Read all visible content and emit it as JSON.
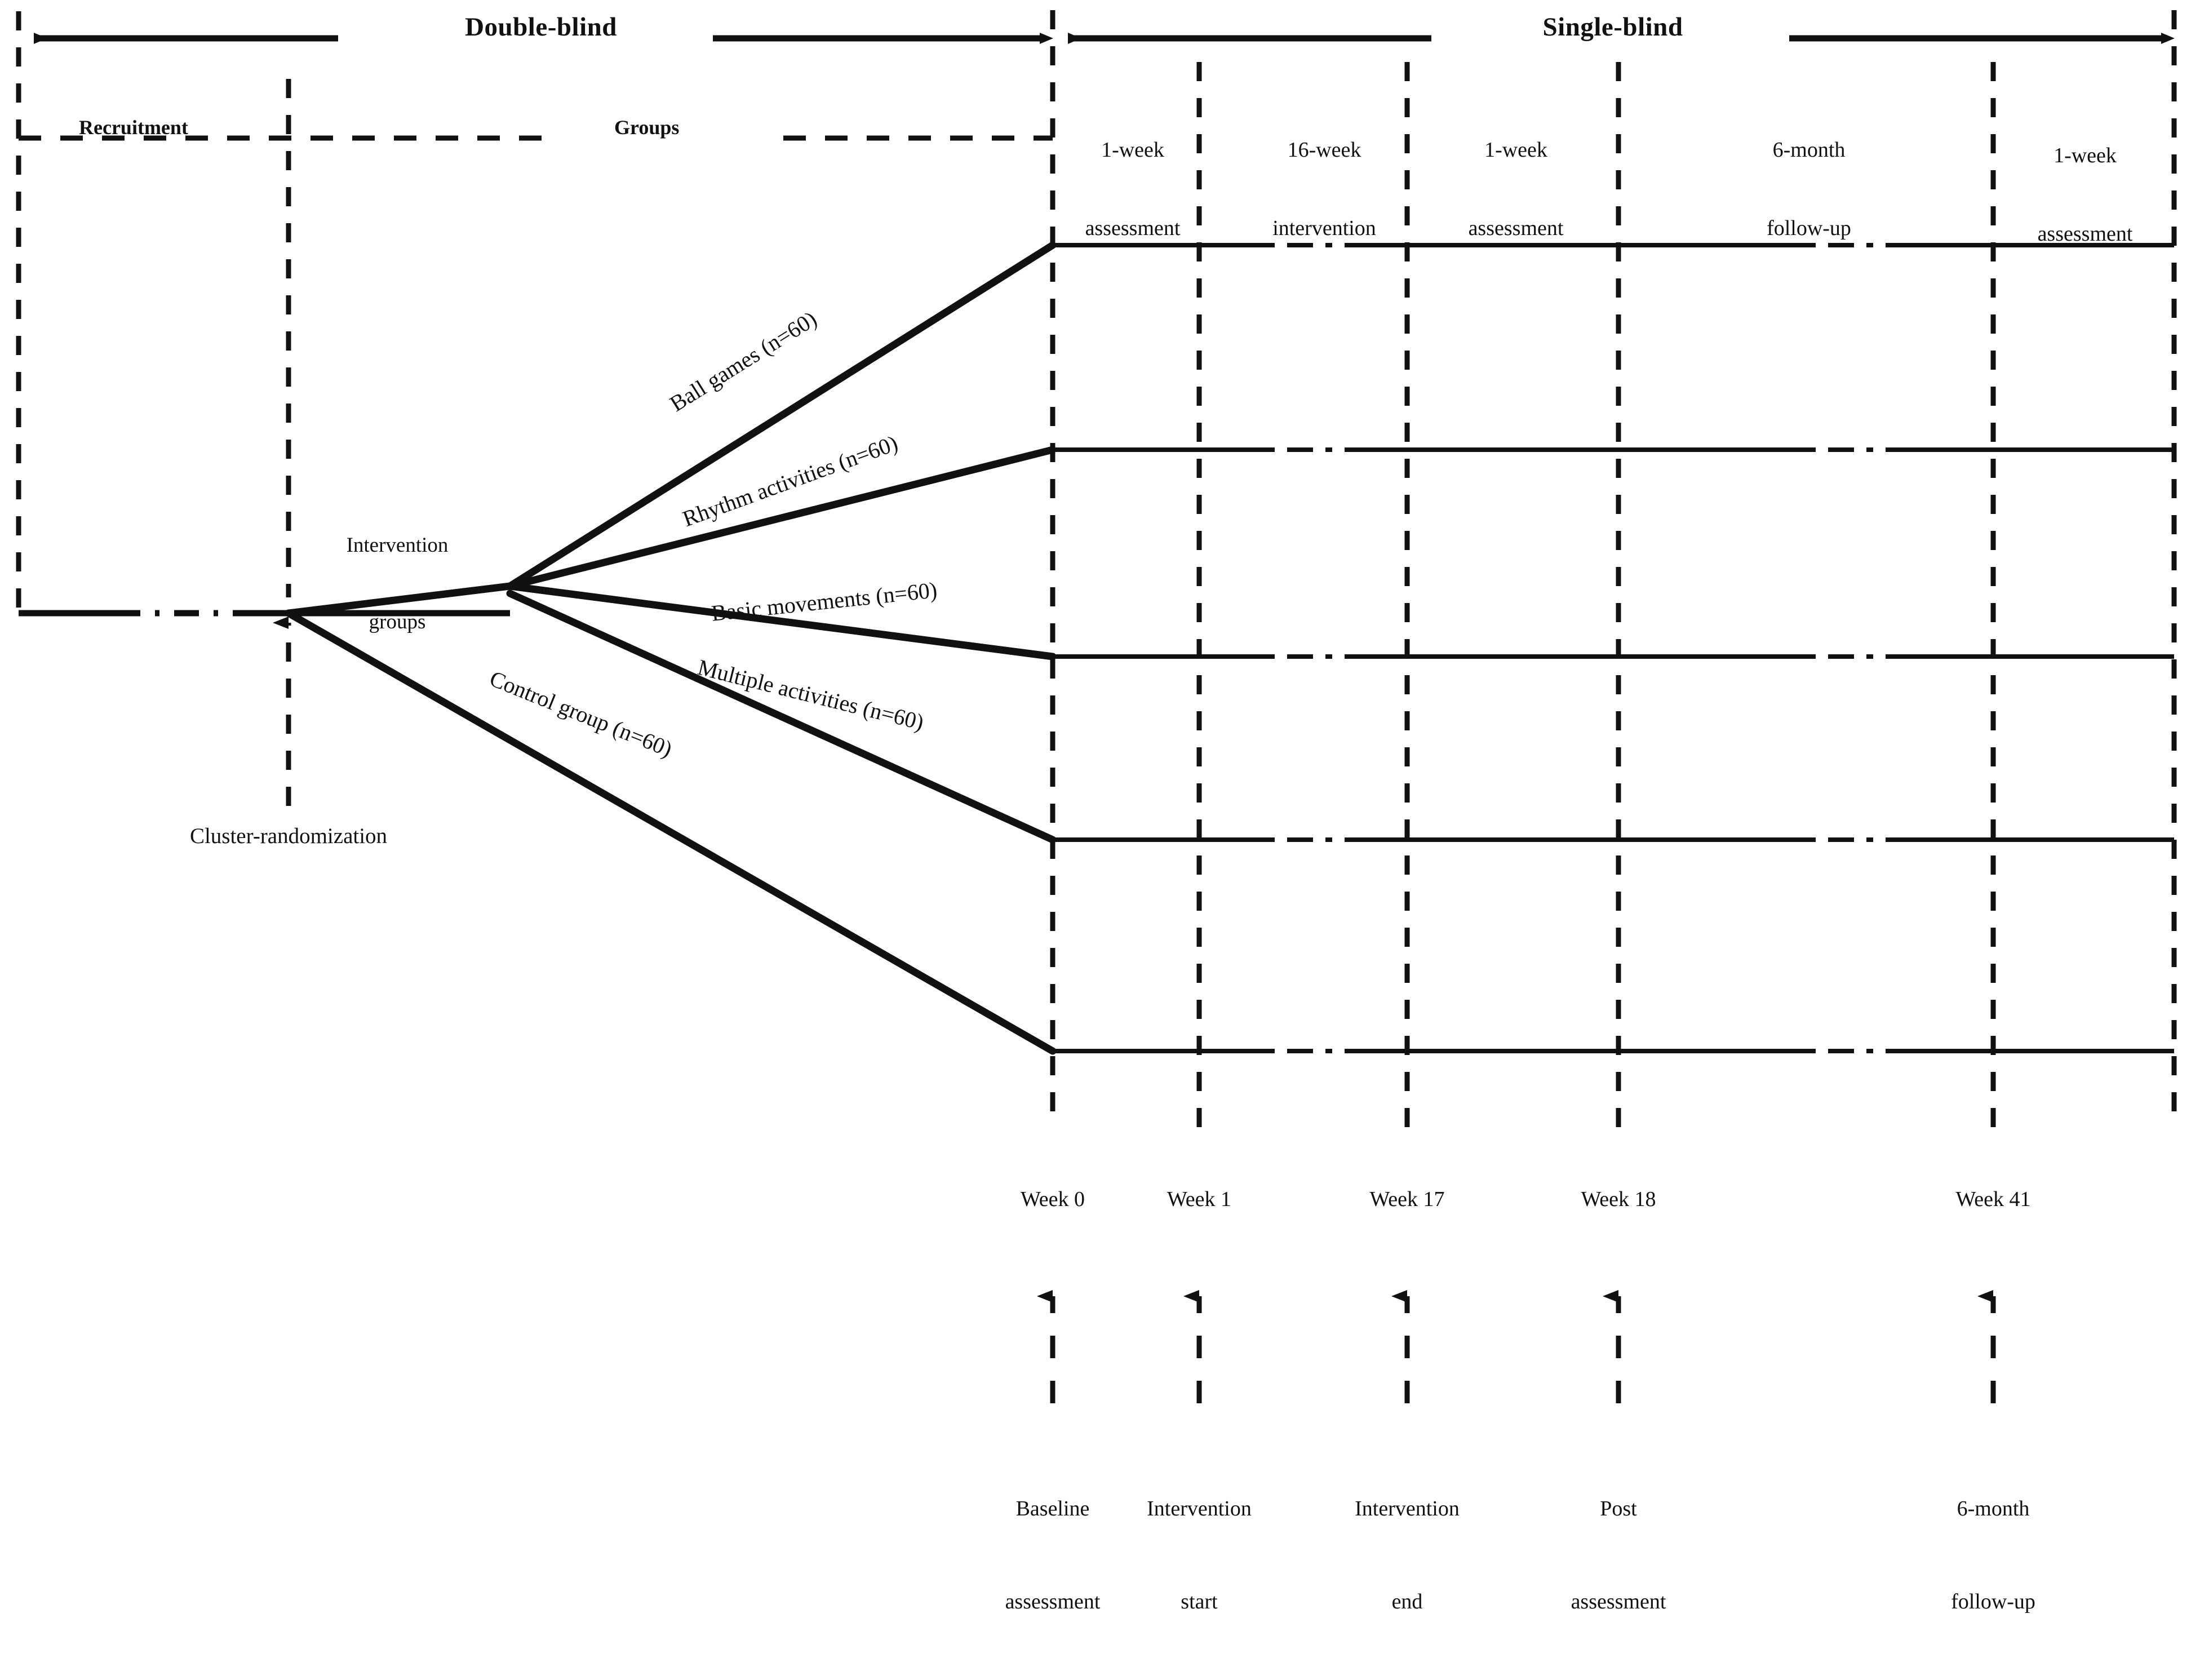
{
  "figure": {
    "type": "study-flow-diagram",
    "title": "Cluster-randomized controlled trial design flow",
    "phases": [
      {
        "id": "double-blind",
        "label": "Double-blind"
      },
      {
        "id": "single-blind",
        "label": "Single-blind"
      }
    ],
    "stage_headers": [
      {
        "id": "recruitment",
        "label": "Recruitment",
        "bold": true
      },
      {
        "id": "groups",
        "label": "Groups",
        "bold": true
      },
      {
        "id": "assessment-1",
        "line1": "1-week",
        "line2": "assessment"
      },
      {
        "id": "intervention-16w",
        "line1": "16-week",
        "line2": "intervention"
      },
      {
        "id": "assessment-2",
        "line1": "1-week",
        "line2": "assessment"
      },
      {
        "id": "followup-6m",
        "line1": "6-month",
        "line2": "follow-up"
      },
      {
        "id": "assessment-3",
        "line1": "1-week",
        "line2": "assessment"
      }
    ],
    "nodes": [
      {
        "id": "intervention-groups",
        "line1": "Intervention",
        "line2": "groups"
      },
      {
        "id": "cluster-randomization",
        "label": "Cluster-randomization"
      }
    ],
    "arms": [
      {
        "id": "ball-games",
        "label": "Ball games (n=60)"
      },
      {
        "id": "rhythm-activities",
        "label": "Rhythm activities (n=60)"
      },
      {
        "id": "basic-movements",
        "label": "Basic movements (n=60)"
      },
      {
        "id": "multiple-activities",
        "label": "Multiple activities (n=60)"
      },
      {
        "id": "control-group",
        "label": "Control group (n=60)"
      }
    ],
    "timeline": [
      {
        "id": "week-0",
        "week": "Week 0",
        "line1": "Baseline",
        "line2": "assessment"
      },
      {
        "id": "week-1",
        "week": "Week 1",
        "line1": "Intervention",
        "line2": "start"
      },
      {
        "id": "week-17",
        "week": "Week 17",
        "line1": "Intervention",
        "line2": "end"
      },
      {
        "id": "week-18",
        "week": "Week 18",
        "line1": "Post",
        "line2": "assessment"
      },
      {
        "id": "week-41",
        "week": "Week 41",
        "line1": "6-month",
        "line2": "follow-up"
      }
    ],
    "colors": {
      "ink": "#111111",
      "background": "#ffffff"
    }
  }
}
